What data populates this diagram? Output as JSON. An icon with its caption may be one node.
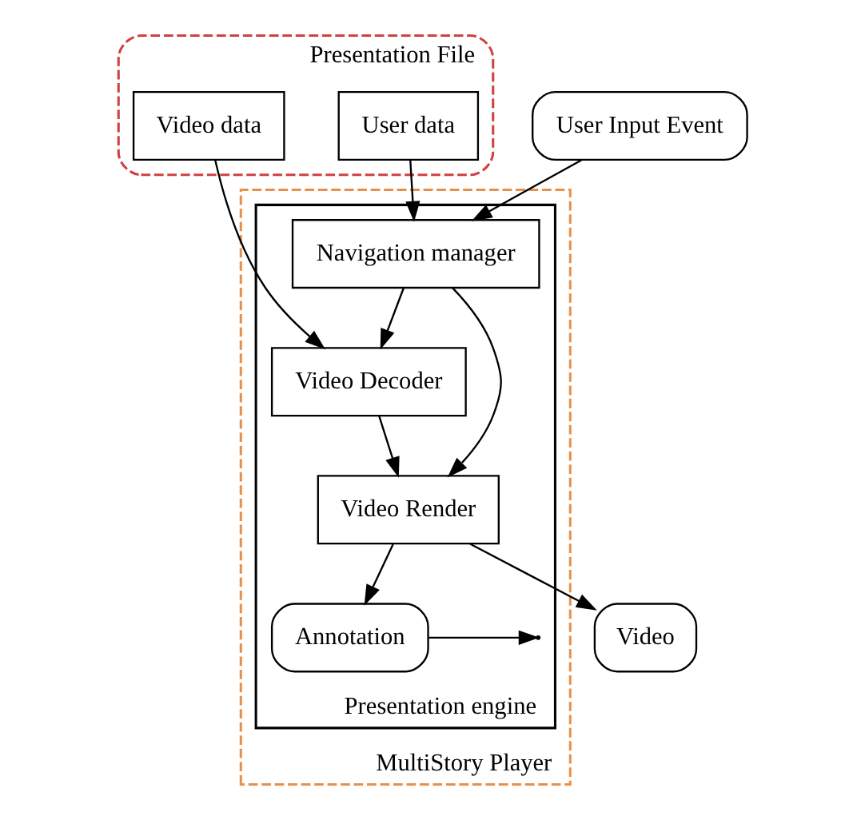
{
  "diagram": {
    "nodes": [
      {
        "text": [
          "Presentation File"
        ]
      },
      {
        "text": [
          "Video data"
        ],
        "in": 0
      },
      {
        "text": [
          "User data"
        ],
        "in": 0
      },
      {
        "text": [
          "MultiStory Player"
        ]
      },
      {
        "text": [
          "Presentation engine"
        ],
        "in": 3
      },
      {
        "text": [
          "Video Decoder"
        ],
        "in": 4
      },
      {
        "text": [
          "Navigation manager"
        ],
        "in": 4
      },
      {
        "text": [
          "Video Render"
        ],
        "in": 4
      },
      {
        "text": [
          "Annotation"
        ],
        "in": 4
      },
      {
        "text": [
          "User Input Event"
        ]
      },
      {
        "text": [
          "Video"
        ]
      }
    ],
    "edges": [
      {
        "from": 1,
        "to": 5,
        "arrow": "to"
      },
      {
        "from": 2,
        "to": 6,
        "arrow": "to"
      },
      {
        "from": 9,
        "to": 6,
        "arrow": "to"
      },
      {
        "from": 6,
        "to": 5,
        "arrow": "to"
      },
      {
        "from": 5,
        "to": 7,
        "arrow": "to"
      },
      {
        "from": 6,
        "to": 7,
        "arrow": "to"
      },
      {
        "from": 7,
        "to": 8,
        "arrow": "to"
      },
      {
        "from": 8,
        "to": null,
        "arrow": "to"
      },
      {
        "from": 7,
        "to": 10,
        "arrow": "to"
      }
    ]
  }
}
